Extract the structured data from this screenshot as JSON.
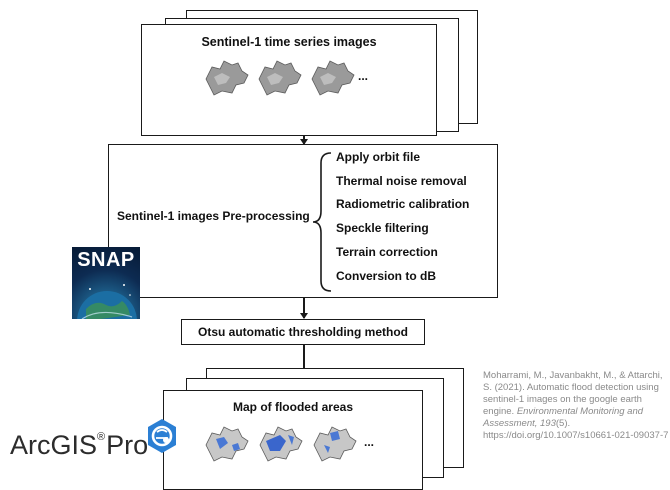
{
  "top_block": {
    "title": "Sentinel-1 time series images",
    "ellipsis": "..."
  },
  "preprocessing": {
    "label": "Sentinel-1 images Pre-processing",
    "steps": [
      "Apply orbit file",
      "Thermal noise removal",
      "Radiometric calibration",
      "Speckle filtering",
      "Terrain correction",
      "Conversion to dB"
    ]
  },
  "otsu": {
    "label": "Otsu automatic thresholding method"
  },
  "bottom_block": {
    "title": "Map of flooded areas",
    "ellipsis": "..."
  },
  "logos": {
    "snap": "SNAP",
    "arcgis_main": "ArcGIS",
    "arcgis_reg": "®",
    "arcgis_suffix": "Pro"
  },
  "citation": {
    "authors": "Moharrami, M., Javanbakht, M., & Attarchi, S. (2021). Automatic flood detection using sentinel-1 images on the google earth engine.",
    "journal": "Environmental Monitoring and Assessment, 193",
    "issue": "(5). https://doi.org/10.1007/s10661-021-09037-7"
  },
  "colors": {
    "line": "#1a1a1a",
    "citation": "#8a8a8a",
    "arcgis_blue": "#2b7fd4",
    "snap_bg": "#0d2b52"
  }
}
